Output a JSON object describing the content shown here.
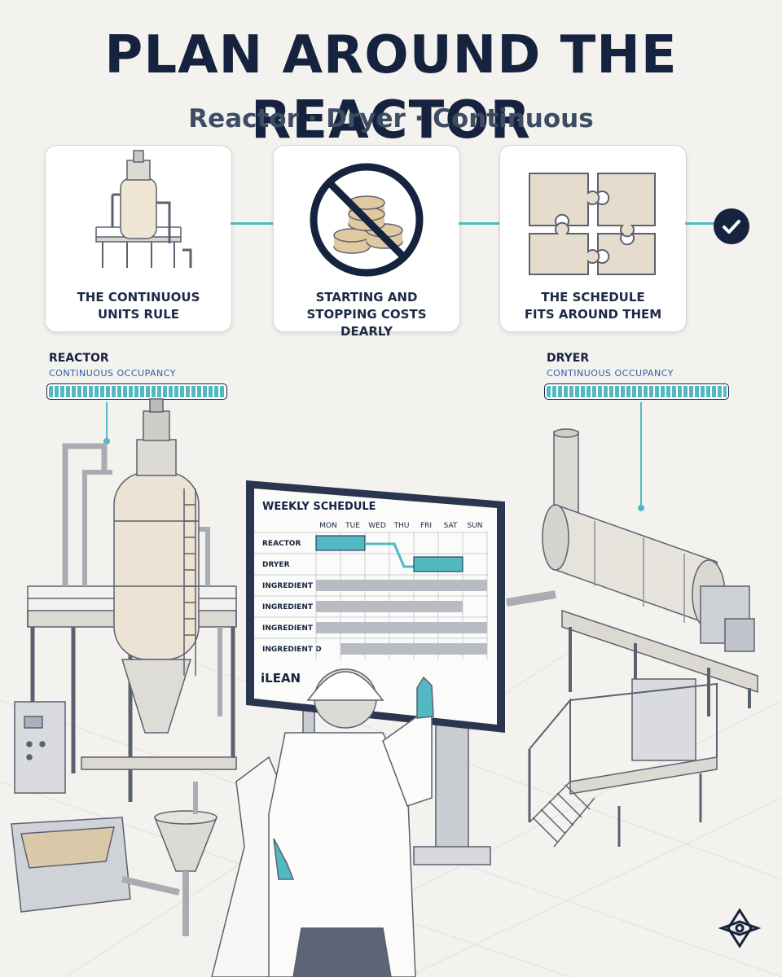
{
  "header": {
    "title": "PLAN AROUND THE REACTOR",
    "subtitle": "Reactor · Dryer · Continuous"
  },
  "steps": [
    {
      "line1": "THE CONTINUOUS",
      "line2": "UNITS RULE",
      "icon": "reactor-icon"
    },
    {
      "line1": "STARTING AND",
      "line2": "STOPPING COSTS DEARLY",
      "icon": "no-coins-icon"
    },
    {
      "line1": "THE SCHEDULE",
      "line2": "FITS AROUND THEM",
      "icon": "puzzle-icon"
    }
  ],
  "units": {
    "reactor": {
      "name": "REACTOR",
      "subtitle": "CONTINUOUS OCCUPANCY",
      "occupancy": 1.0
    },
    "dryer": {
      "name": "DRYER",
      "subtitle": "CONTINUOUS OCCUPANCY",
      "occupancy": 1.0
    }
  },
  "schedule": {
    "title": "WEEKLY SCHEDULE",
    "days": [
      "MON",
      "TUE",
      "WED",
      "THU",
      "FRI",
      "SAT",
      "SUN"
    ],
    "rows": [
      "REACTOR",
      "DRYER",
      "INGREDIENT A",
      "INGREDIENT B",
      "INGREDIENT C",
      "INGREDIENT D"
    ],
    "brand": "iLEAN"
  },
  "colors": {
    "navy": "#16233f",
    "teal": "#52b9c3",
    "background": "#f4f2ee"
  }
}
